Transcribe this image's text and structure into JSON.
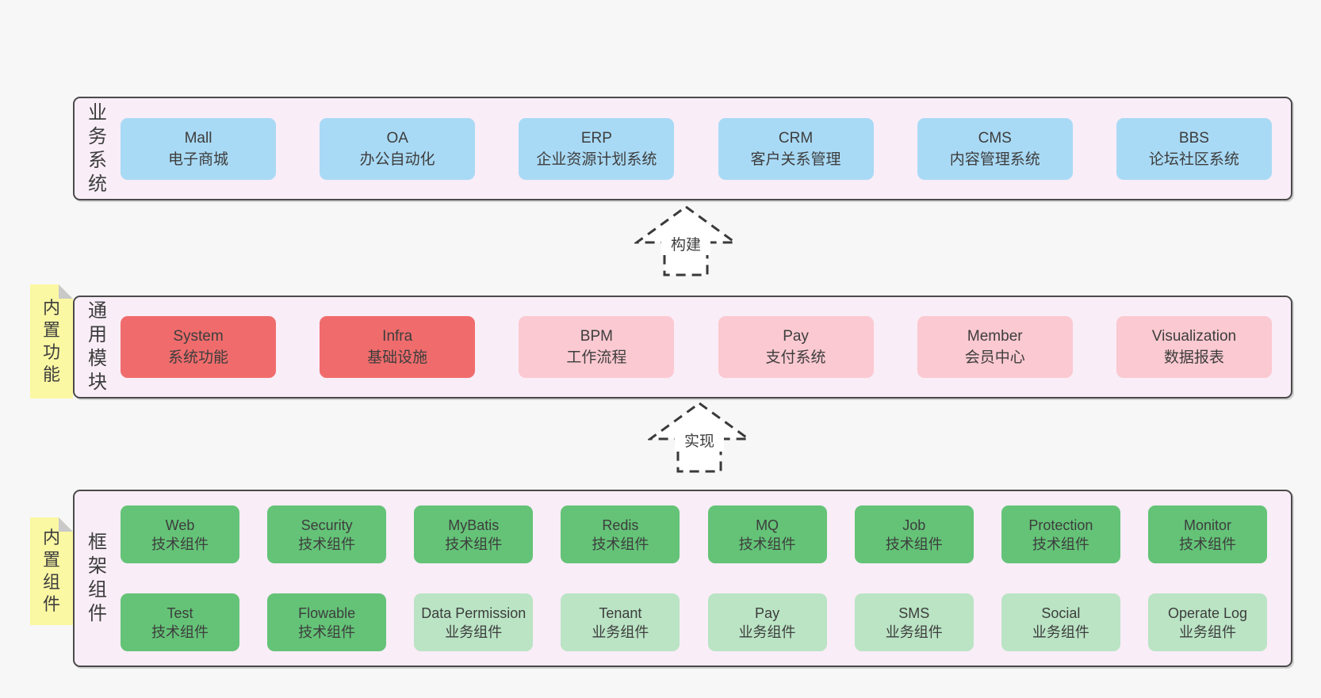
{
  "colors": {
    "page_bg": "#f7f7f7",
    "band_fill": "#f9edf7",
    "band_border": "#4a4a4a",
    "box_blue": "#a9daf5",
    "box_red": "#f06c6c",
    "box_pink": "#fbc9d1",
    "box_green": "#64c377",
    "box_light_green": "#bae4c4",
    "note_yellow": "#fbf8a3",
    "note_fold_gray": "#c9c9c9",
    "text": "#3d3d3d"
  },
  "bands": [
    {
      "label": "业务系统",
      "boxes": [
        {
          "title": "Mall",
          "subtitle": "电子商城"
        },
        {
          "title": "OA",
          "subtitle": "办公自动化"
        },
        {
          "title": "ERP",
          "subtitle": "企业资源计划系统"
        },
        {
          "title": "CRM",
          "subtitle": "客户关系管理"
        },
        {
          "title": "CMS",
          "subtitle": "内容管理系统"
        },
        {
          "title": "BBS",
          "subtitle": "论坛社区系统"
        }
      ]
    },
    {
      "label": "通用模块",
      "boxes": [
        {
          "title": "System",
          "subtitle": "系统功能"
        },
        {
          "title": "Infra",
          "subtitle": "基础设施"
        },
        {
          "title": "BPM",
          "subtitle": "工作流程"
        },
        {
          "title": "Pay",
          "subtitle": "支付系统"
        },
        {
          "title": "Member",
          "subtitle": "会员中心"
        },
        {
          "title": "Visualization",
          "subtitle": "数据报表"
        }
      ]
    },
    {
      "label": "框架组件",
      "rows": [
        [
          {
            "title": "Web",
            "subtitle": "技术组件"
          },
          {
            "title": "Security",
            "subtitle": "技术组件"
          },
          {
            "title": "MyBatis",
            "subtitle": "技术组件"
          },
          {
            "title": "Redis",
            "subtitle": "技术组件"
          },
          {
            "title": "MQ",
            "subtitle": "技术组件"
          },
          {
            "title": "Job",
            "subtitle": "技术组件"
          },
          {
            "title": "Protection",
            "subtitle": "技术组件"
          },
          {
            "title": "Monitor",
            "subtitle": "技术组件"
          }
        ],
        [
          {
            "title": "Test",
            "subtitle": "技术组件"
          },
          {
            "title": "Flowable",
            "subtitle": "技术组件"
          },
          {
            "title": "Data Permission",
            "subtitle": "业务组件"
          },
          {
            "title": "Tenant",
            "subtitle": "业务组件"
          },
          {
            "title": "Pay",
            "subtitle": "业务组件"
          },
          {
            "title": "SMS",
            "subtitle": "业务组件"
          },
          {
            "title": "Social",
            "subtitle": "业务组件"
          },
          {
            "title": "Operate Log",
            "subtitle": "业务组件"
          }
        ]
      ]
    }
  ],
  "notes": [
    {
      "text": "内置功能"
    },
    {
      "text": "内置组件"
    }
  ],
  "arrows": [
    {
      "label": "构建"
    },
    {
      "label": "实现"
    }
  ]
}
